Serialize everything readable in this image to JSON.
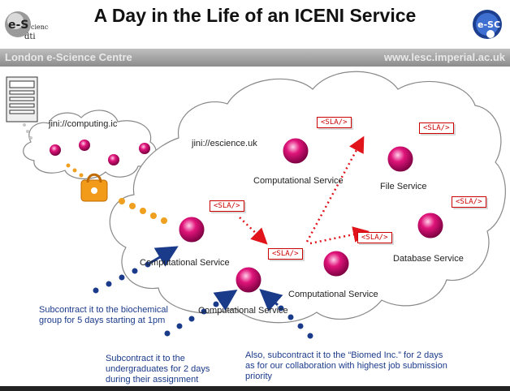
{
  "header": {
    "title": "A Day in the Life of an ICENI Service",
    "left_strip": "London e-Science Centre",
    "right_strip": "www.lesc.imperial.ac.uk",
    "logo_left": "e-Science dti",
    "logo_right": "e-SC"
  },
  "clouds": {
    "small": "jini://computing.ic",
    "large": "jini://escience.uk"
  },
  "services": {
    "comp1": "Computational Service",
    "comp2": "Computational Service",
    "comp3": "Computational Service",
    "comp4": "Computational Service",
    "file": "File Service",
    "db": "Database Service"
  },
  "sla_label": "<SLA/>",
  "notes": {
    "n1": "Subcontract it to the biochemical group for 5 days starting at 1pm",
    "n2": "Subcontract it to the undergraduates for 2 days during their assignment",
    "n3": "Also, subcontract it to the “Biomed Inc.” for 2 days as for our collaboration with highest job submission priority"
  },
  "colors": {
    "node": "#e0147a",
    "sla": "#cc0000",
    "arrow_blue": "#1a3a8a",
    "arrow_orange": "#f0a020"
  }
}
